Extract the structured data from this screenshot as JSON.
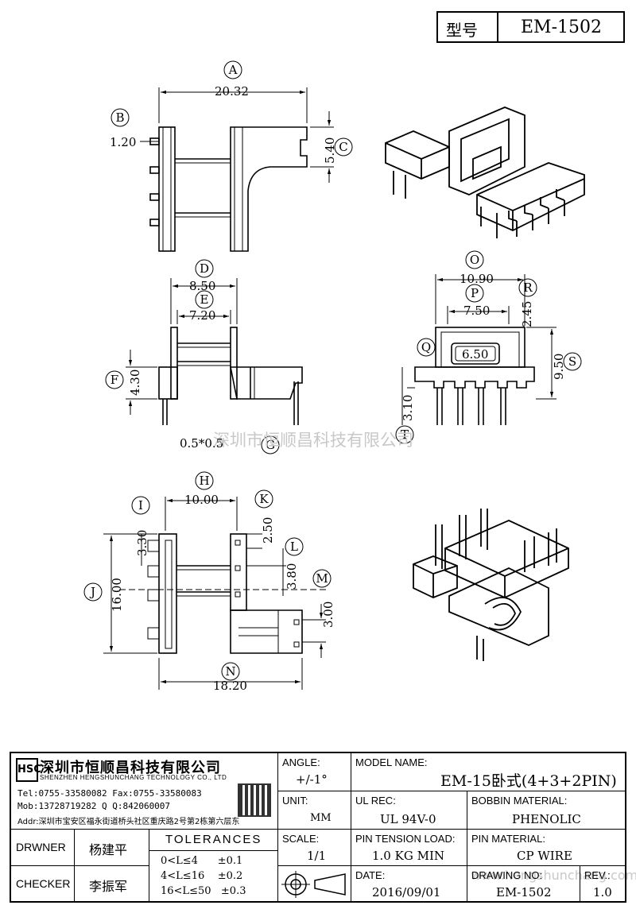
{
  "header": {
    "model_label": "型号",
    "model_value": "EM-1502"
  },
  "dimensions": {
    "A": "20.32",
    "B": "1.20",
    "C": "5.40",
    "D": "8.50",
    "E": "7.20",
    "F": "4.30",
    "G": "0.5*0.5",
    "O": "10.90",
    "P": "7.50",
    "Q": "6.50",
    "R": "2.45",
    "S": "9.50",
    "T": "3.10",
    "H": "10.00",
    "I": "3.30",
    "J": "16.00",
    "K": "2.50",
    "L": "3.80",
    "M": "3.00",
    "N": "18.20"
  },
  "callouts": {
    "A": "A",
    "B": "B",
    "C": "C",
    "D": "D",
    "E": "E",
    "F": "F",
    "G": "G",
    "H": "H",
    "I": "I",
    "J": "J",
    "K": "K",
    "L": "L",
    "M": "M",
    "N": "N",
    "O": "O",
    "P": "P",
    "Q": "Q",
    "R": "R",
    "S": "S",
    "T": "T"
  },
  "watermark": {
    "cn": "深圳市恒顺昌科技有限公司",
    "url": "www.hengshunchang.com"
  },
  "company": {
    "name_cn": "深圳市恒顺昌科技有限公司",
    "name_en": "SHENZHEN HENGSHUNCHANG TECHNOLOGY CO., LTD",
    "tel": "Tel:0755-33580082 Fax:0755-33580083",
    "mob": "Mob:13728719282     Q  Q:842060007",
    "addr": "Addr:深圳市宝安区福永街道桥头社区重庆路2号第2栋第六层东"
  },
  "title_block": {
    "angle_label": "ANGLE:",
    "angle_value": "+/-1°",
    "model_name_label": "MODEL NAME:",
    "model_name_value": "EM-15卧式(4+3+2PIN)",
    "unit_label": "UNIT:",
    "unit_value": "MM",
    "ul_label": "UL REC:",
    "ul_value": "UL 94V-0",
    "bobbin_label": "BOBBIN MATERIAL:",
    "bobbin_value": "PHENOLIC",
    "drawner_label": "DRWNER",
    "drawner_value": "杨建平",
    "tolerances_label": "TOLERANCES",
    "scale_label": "SCALE:",
    "scale_value": "1/1",
    "pin_tension_label": "PIN TENSION LOAD:",
    "pin_tension_value": "1.0 KG MIN",
    "pin_material_label": "PIN MATERIAL:",
    "pin_material_value": "CP WIRE",
    "checker_label": "CHECKER",
    "checker_value": "李振军",
    "tol1": "0<L≤4      ±0.1",
    "tol2": "4<L≤16    ±0.2",
    "tol3": "16<L≤50   ±0.3",
    "date_label": "DATE:",
    "date_value": "2016/09/01",
    "drawing_no_label": "DRAWING NO:",
    "drawing_no_value": "EM-1502",
    "rev_label": "REV.:",
    "rev_value": "1.0"
  }
}
